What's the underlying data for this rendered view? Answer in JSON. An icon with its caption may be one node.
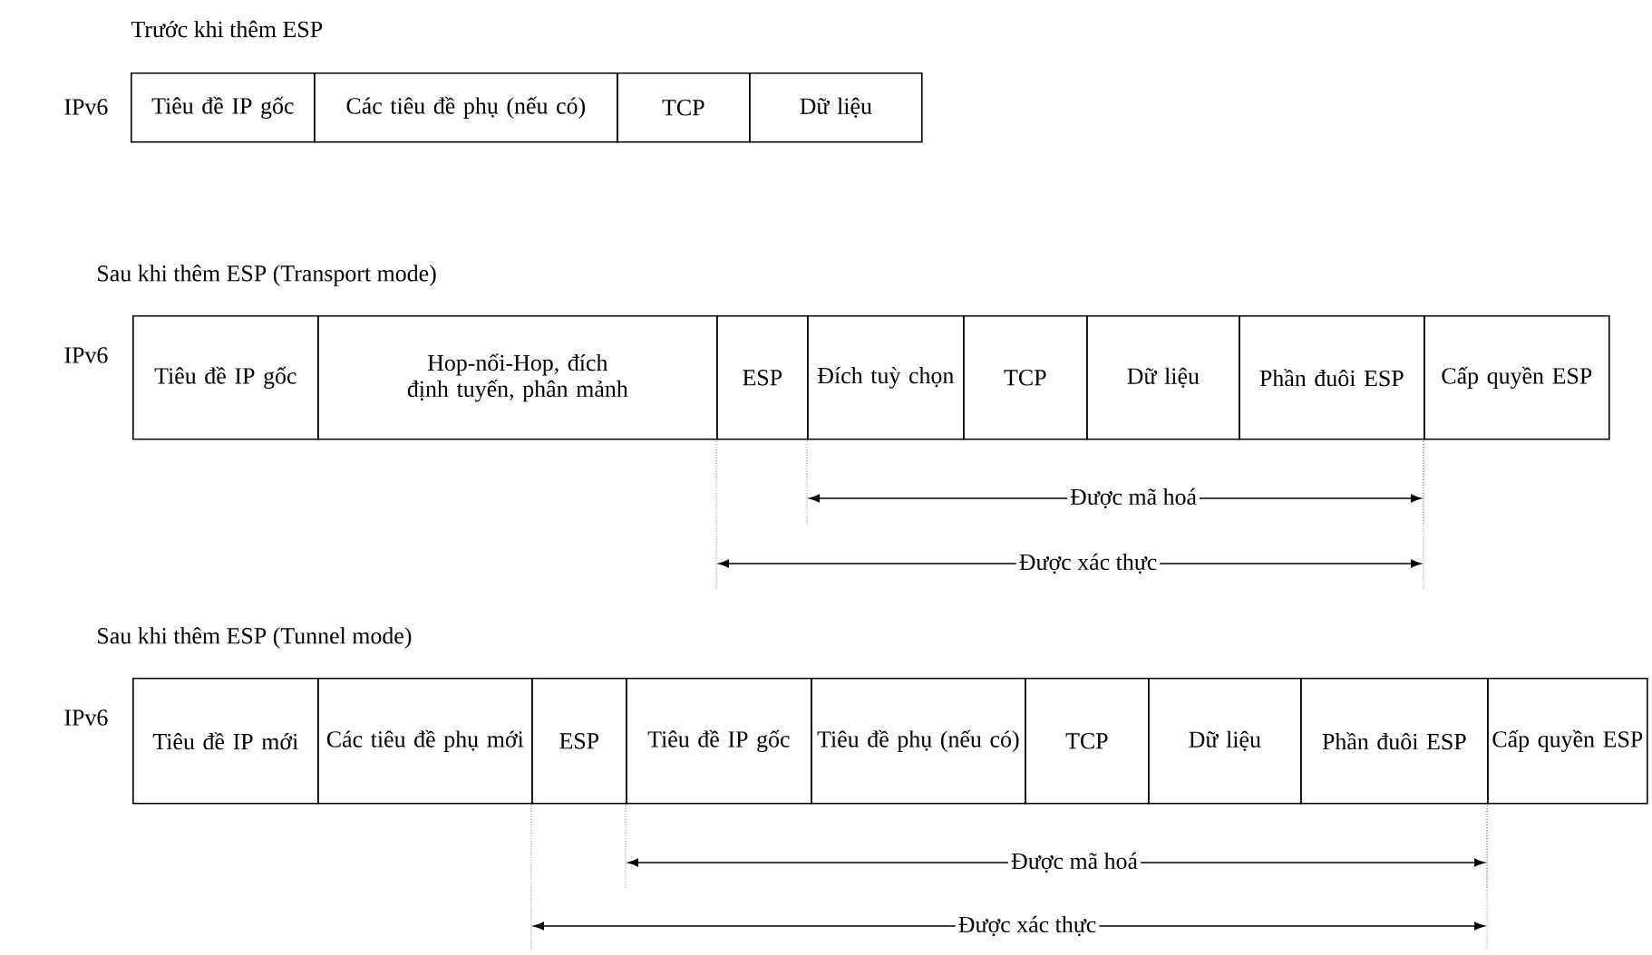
{
  "diagram": {
    "nodes": [
      {
        "text": [
          "Tiêu đề IP gốc"
        ]
      },
      {
        "text": [
          "Các tiêu đề phụ (nếu có)"
        ]
      },
      {
        "text": [
          "TCP"
        ]
      },
      {
        "text": [
          "Dữ liệu"
        ]
      },
      {
        "text": [
          "Tiêu đề IP gốc"
        ]
      },
      {
        "text": [
          "Hop-nối-Hop, đích định tuyến, phân mảnh"
        ]
      },
      {
        "text": [
          "ESP"
        ]
      },
      {
        "text": [
          "Đích tuỳ chọn"
        ]
      },
      {
        "text": [
          "TCP"
        ]
      },
      {
        "text": [
          "Dữ liệu"
        ]
      },
      {
        "text": [
          "Phần đuôi ESP"
        ]
      },
      {
        "text": [
          "Cấp quyền ESP"
        ]
      },
      {
        "text": [
          "Tiêu đề IP mới"
        ]
      },
      {
        "text": [
          "Các tiêu đề phụ mới"
        ]
      },
      {
        "text": [
          "ESP"
        ]
      },
      {
        "text": [
          "Tiêu đề IP gốc"
        ]
      },
      {
        "text": [
          "Tiêu đề phụ (nếu có)"
        ]
      },
      {
        "text": [
          "TCP"
        ]
      },
      {
        "text": [
          "Dữ liệu"
        ]
      },
      {
        "text": [
          "Phần đuôi ESP"
        ]
      },
      {
        "text": [
          "Cấp quyền ESP"
        ]
      }
    ],
    "labels": [
      "Trước khi thêm ESP",
      "IPv6",
      "Sau khi thêm ESP (Transport mode)",
      "IPv6",
      "Được mã hoá",
      "Được xác thực",
      "Sau khi thêm ESP (Tunnel mode)",
      "IPv6",
      "Được mã hoá",
      "Được xác thực"
    ]
  }
}
